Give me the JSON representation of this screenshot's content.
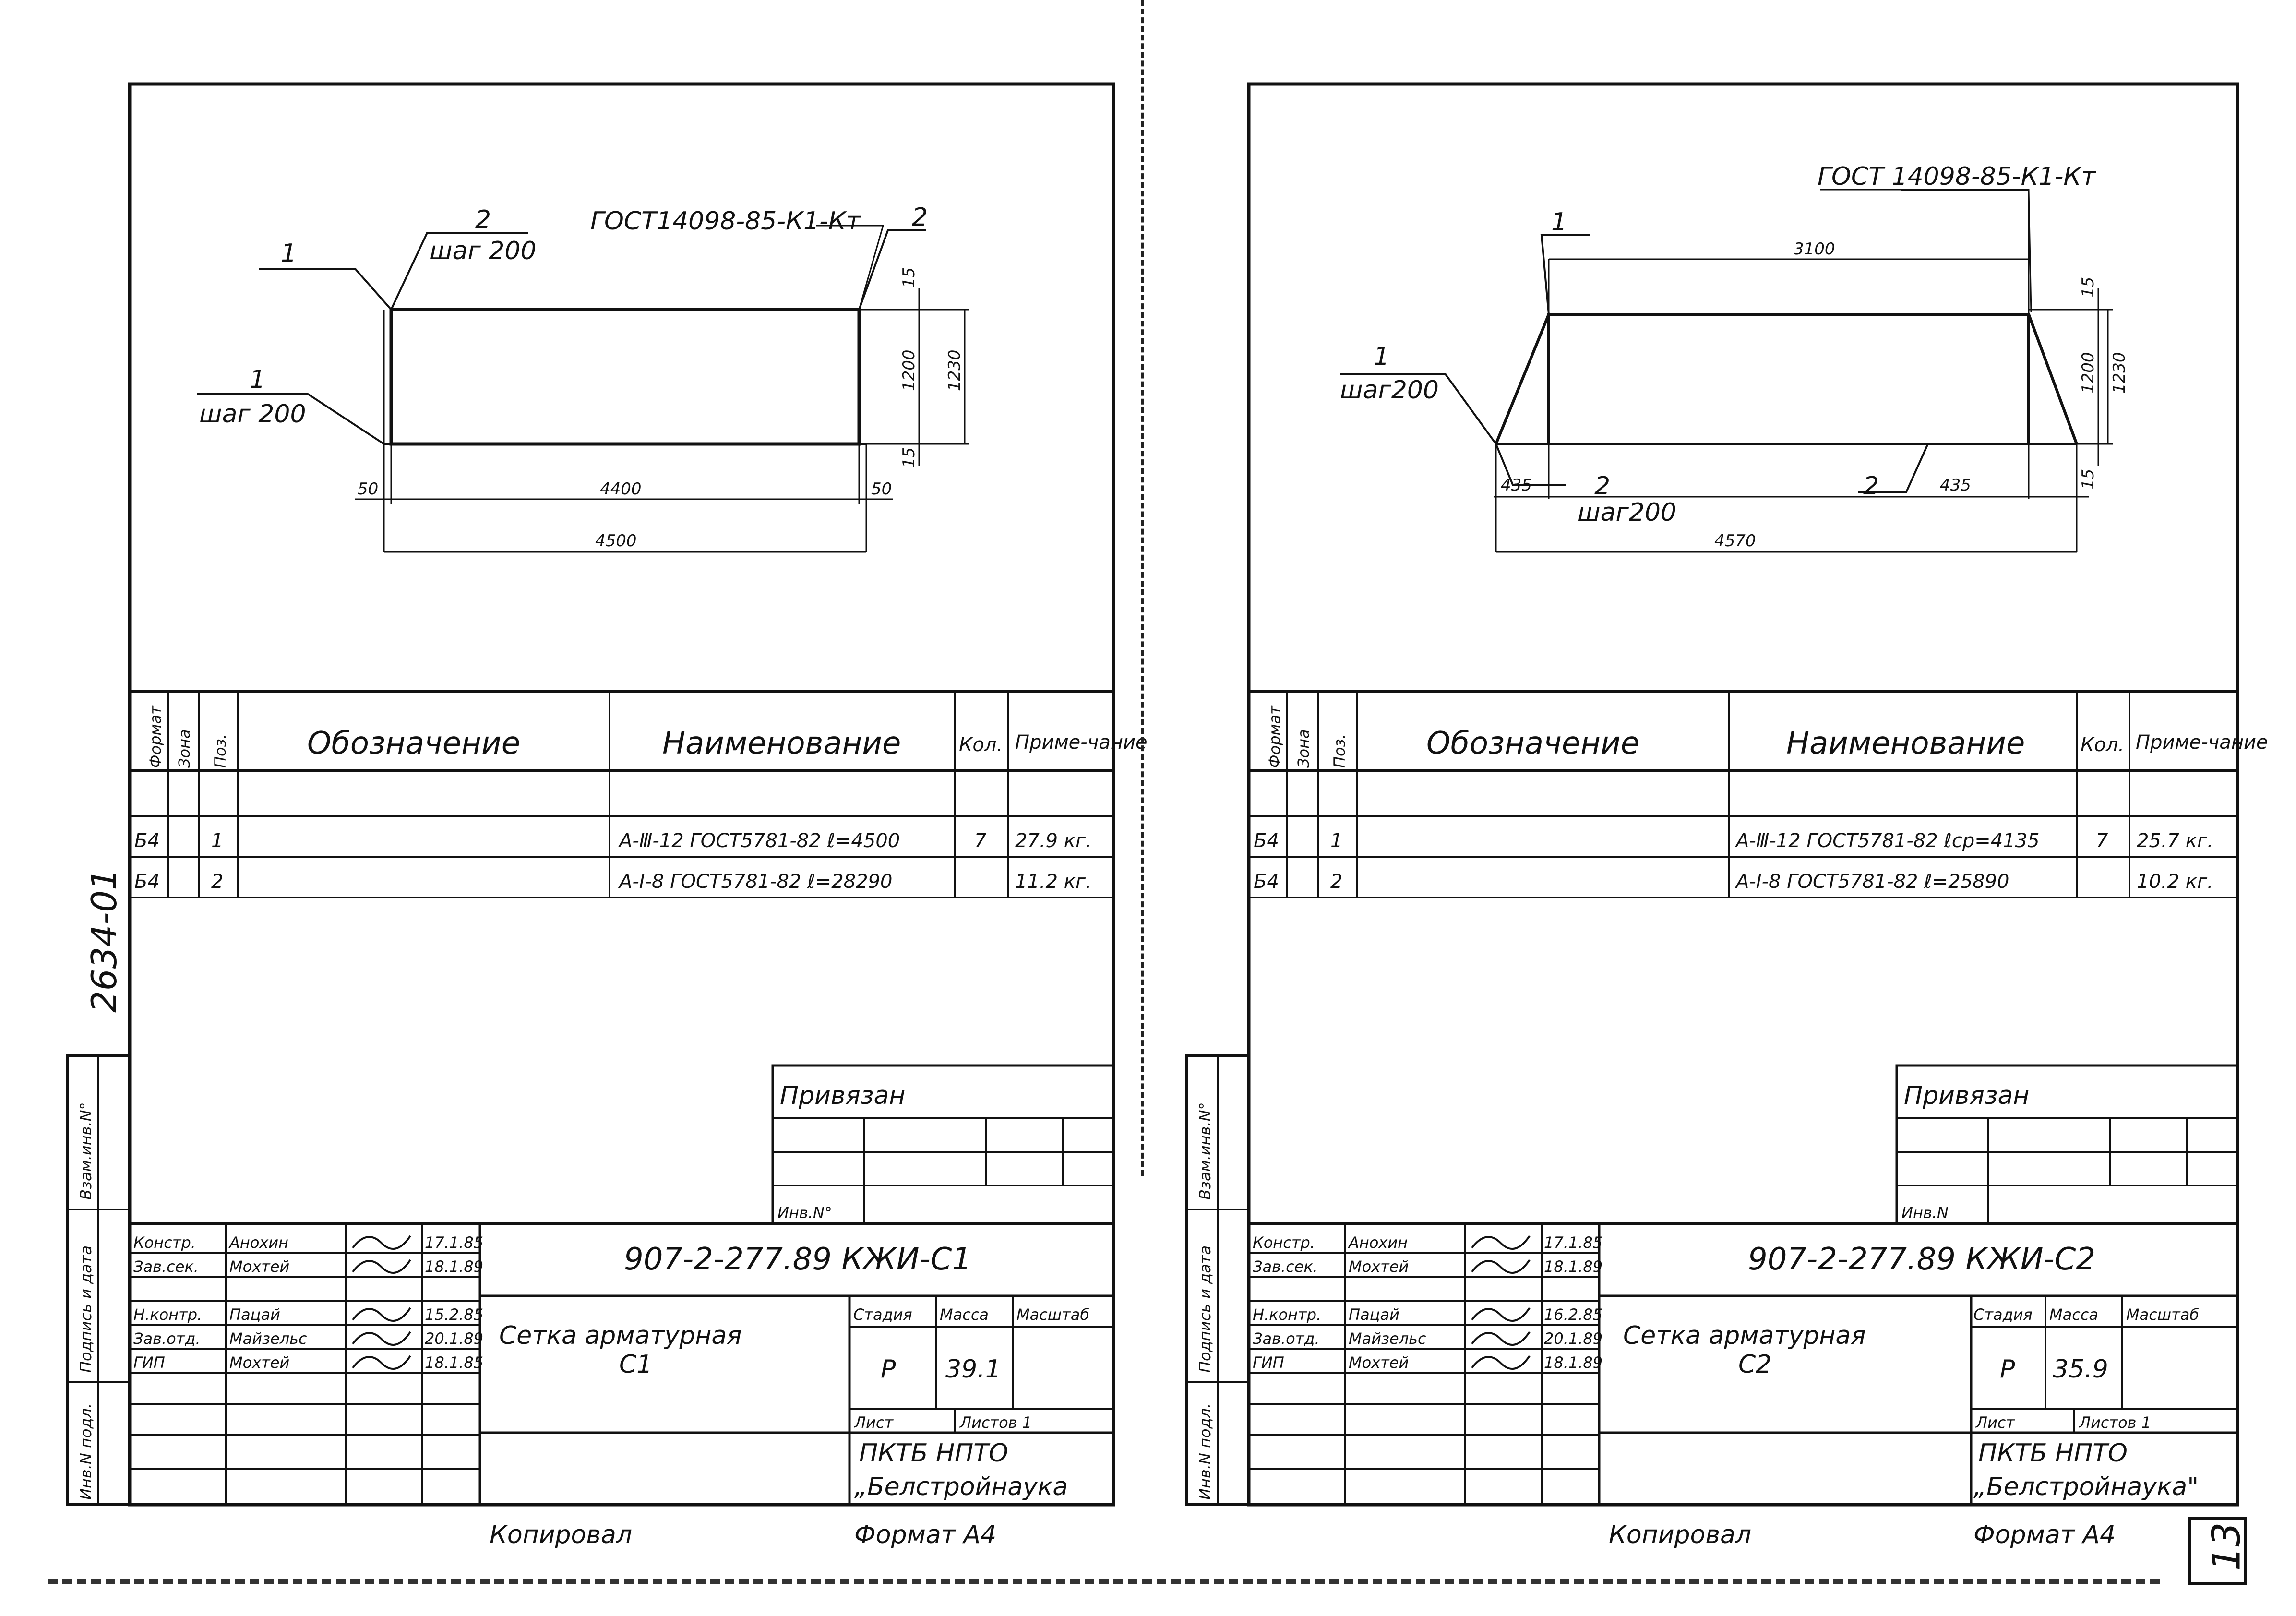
{
  "side_code": "2634-01",
  "page_number": "13",
  "sheets": [
    {
      "id": "left",
      "drawing": {
        "gost_label": "ГОСТ14098-85-К1-Кт",
        "pos_top_left": "1",
        "pos_top_center": "2",
        "step_top": "шаг 200",
        "pos_top_right": "2",
        "pos_left": "1",
        "step_left": "шаг 200",
        "dim_15_top": "15",
        "dim_15_bottom": "15",
        "dim_1200": "1200",
        "dim_1230": "1230",
        "dim_50_left": "50",
        "dim_4400": "4400",
        "dim_50_right": "50",
        "dim_4500": "4500"
      },
      "spec": {
        "headers": {
          "format": "Формат",
          "zone": "Зона",
          "pos": "Поз.",
          "designation": "Обозначение",
          "name": "Наименование",
          "qty": "Кол.",
          "note": "Приме-чание"
        },
        "rows": [
          {
            "format": "Б4",
            "pos": "1",
            "name": "А-Ⅲ-12 ГОСТ5781-82 ℓ=4500",
            "qty": "7",
            "note": "27.9 кг."
          },
          {
            "format": "Б4",
            "pos": "2",
            "name": "А-Ⅰ-8 ГОСТ5781-82 ℓ=28290",
            "qty": "",
            "note": "11.2 кг."
          }
        ]
      },
      "privyazan": "Привязан",
      "inv_no": "Инв.N°",
      "side_labels": {
        "vzam": "Взам.инв.N°",
        "podpis": "Подпись и дата",
        "inv_podl": "Инв.N подл."
      },
      "people": [
        {
          "role": "Констр.",
          "name": "Анохин",
          "date": "17.1.85"
        },
        {
          "role": "Зав.сек.",
          "name": "Мохтей",
          "date": "18.1.89"
        },
        {
          "role": "Н.контр.",
          "name": "Пацай",
          "date": "15.2.85"
        },
        {
          "role": "Зав.отд.",
          "name": "Майзельс",
          "date": "20.1.89"
        },
        {
          "role": "ГИП",
          "name": "Мохтей",
          "date": "18.1.85"
        }
      ],
      "doc_code": "907-2-277.89 КЖИ-С1",
      "title_line1": "Сетка арматурная",
      "title_line2": "С1",
      "stage_label": "Стадия",
      "mass_label": "Масса",
      "scale_label": "Масштаб",
      "stage": "Р",
      "mass": "39.1",
      "sheet_label": "Лист",
      "sheets_label": "Листов 1",
      "org_line1": "ПКТБ НПТО",
      "org_line2": "„Белстройнаука",
      "copied": "Копировал",
      "format": "Формат А4"
    },
    {
      "id": "right",
      "drawing": {
        "gost_label": "ГОСТ 14098-85-К1-Кт",
        "pos_top_left": "1",
        "dim_3100": "3100",
        "pos_left": "1",
        "step_left": "шаг200",
        "dim_15_top": "15",
        "dim_15_bottom": "15",
        "dim_1200": "1200",
        "dim_1230": "1230",
        "dim_435_left": "435",
        "pos_bottom_left": "2",
        "step_bottom": "шаг200",
        "pos_bottom_right": "2",
        "dim_435_right": "435",
        "dim_4570": "4570"
      },
      "spec": {
        "headers": {
          "format": "Формат",
          "zone": "Зона",
          "pos": "Поз.",
          "designation": "Обозначение",
          "name": "Наименование",
          "qty": "Кол.",
          "note": "Приме-чание"
        },
        "rows": [
          {
            "format": "Б4",
            "pos": "1",
            "name": "А-Ⅲ-12 ГОСТ5781-82 ℓср=4135",
            "qty": "7",
            "note": "25.7 кг."
          },
          {
            "format": "Б4",
            "pos": "2",
            "name": "А-Ⅰ-8 ГОСТ5781-82 ℓ=25890",
            "qty": "",
            "note": "10.2 кг."
          }
        ]
      },
      "privyazan": "Привязан",
      "inv_no": "Инв.N",
      "side_labels": {
        "vzam": "Взам.инв.N°",
        "podpis": "Подпись и дата",
        "inv_podl": "Инв.N подл."
      },
      "people": [
        {
          "role": "Констр.",
          "name": "Анохин",
          "date": "17.1.85"
        },
        {
          "role": "Зав.сек.",
          "name": "Мохтей",
          "date": "18.1.89"
        },
        {
          "role": "Н.контр.",
          "name": "Пацай",
          "date": "16.2.85"
        },
        {
          "role": "Зав.отд.",
          "name": "Майзельс",
          "date": "20.1.89"
        },
        {
          "role": "ГИП",
          "name": "Мохтей",
          "date": "18.1.89"
        }
      ],
      "doc_code": "907-2-277.89 КЖИ-С2",
      "title_line1": "Сетка арматурная",
      "title_line2": "С2",
      "stage_label": "Стадия",
      "mass_label": "Масса",
      "scale_label": "Масштаб",
      "stage": "Р",
      "mass": "35.9",
      "sheet_label": "Лист",
      "sheets_label": "Листов 1",
      "org_line1": "ПКТБ НПТО",
      "org_line2": "„Белстройнаука\"",
      "copied": "Копировал",
      "format": "Формат А4"
    }
  ]
}
